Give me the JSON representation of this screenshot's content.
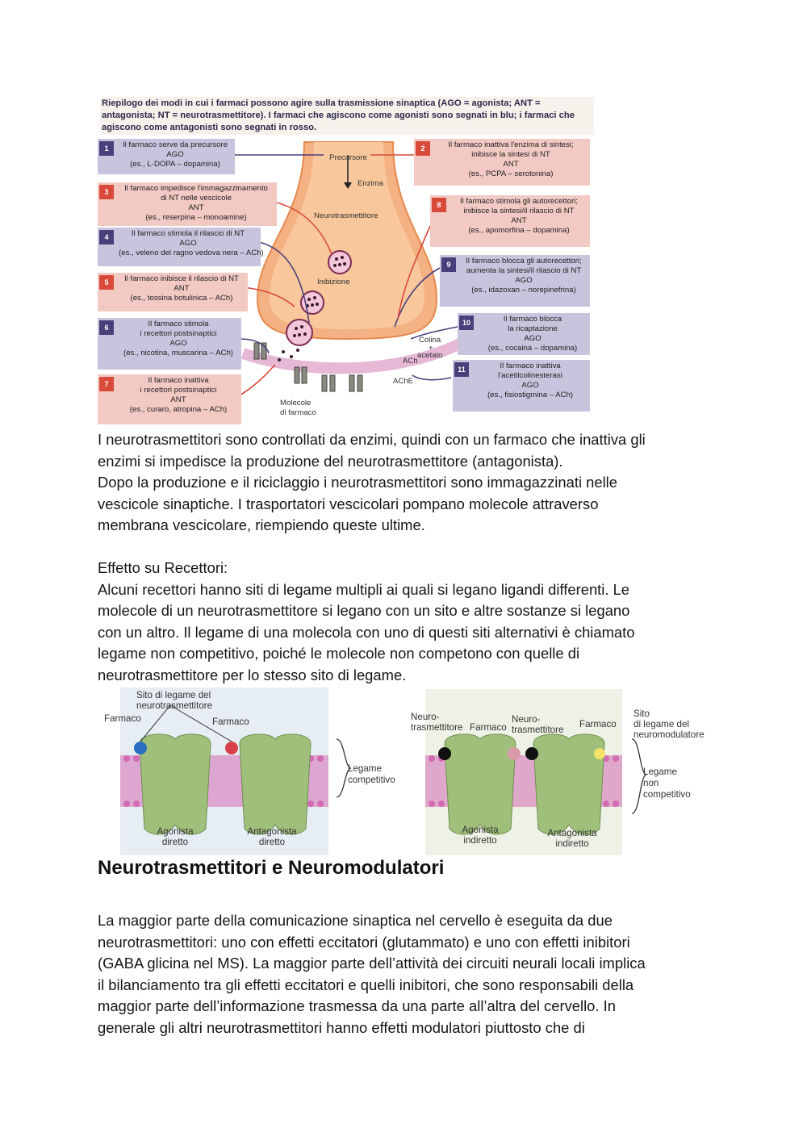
{
  "figure1": {
    "caption_lines": [
      "Riepilogo dei modi in cui i farmaci possono agire sulla trasmissione sinaptica (AGO = agonista; ANT =",
      "antagonista; NT = neurotrasmettitore). I farmaci che agiscono come agonisti sono segnati in blu; i farmaci che",
      "agiscono come antagonisti sono segnati in rosso."
    ],
    "boxes": [
      {
        "num": "1",
        "lines": [
          "Il farmaco serve da precursore",
          "AGO",
          "(es., L-DOPA – dopamina)"
        ]
      },
      {
        "num": "2",
        "lines": [
          "Il farmaco inattiva l'enzima di sintesi;",
          "inibisce la sintesi di NT",
          "ANT",
          "(es., PCPA – serotonina)"
        ]
      },
      {
        "num": "3",
        "lines": [
          "Il farmaco impedisce l'immagazzinamento",
          "di NT nelle vescicole",
          "ANT",
          "(es., reserpina – monoamine)"
        ]
      },
      {
        "num": "8",
        "lines": [
          "Il farmaco stimola gli autorecettori;",
          "inibisce la sintesi/il rilascio di NT",
          "ANT",
          "(es., apomorfina – dopamina)"
        ]
      },
      {
        "num": "4",
        "lines": [
          "Il farmaco stimola il rilascio di NT",
          "AGO",
          "(es., veleno del ragno vedova nera – ACh)"
        ]
      },
      {
        "num": "9",
        "lines": [
          "Il farmaco blocca gli autorecettori;",
          "aumenta la sintesi/il rilascio di NT",
          "AGO",
          "(es., idazoxan – norepinefrina)"
        ]
      },
      {
        "num": "5",
        "lines": [
          "Il farmaco inibisce il rilascio di NT",
          "ANT",
          "(es., tossina botulinica – ACh)"
        ]
      },
      {
        "num": "10",
        "lines": [
          "Il farmaco blocca",
          "la ricaptazione",
          "AGO",
          "(es., cocaina – dopamina)"
        ]
      },
      {
        "num": "6",
        "lines": [
          "Il farmaco stimola",
          "i recettori postsinaptici",
          "AGO",
          "(es., nicotina, muscarina – ACh)"
        ]
      },
      {
        "num": "11",
        "lines": [
          "Il farmaco inattiva",
          "l'acetilcolinesterasi",
          "AGO",
          "(es., fisiostigmina – ACh)"
        ]
      },
      {
        "num": "7",
        "lines": [
          "Il farmaco inattiva",
          "i recettori postsinaptici",
          "ANT",
          "(es., curaro, atropina – ACh)"
        ]
      }
    ],
    "labels": {
      "precursore": "Precursore",
      "enzima": "Enzima",
      "neurotrasmettitore": "Neurotrasmettitore",
      "inibizione": "Inibizione",
      "colina": "Colina",
      "plus": "+",
      "acetato": "acetato",
      "ach": "ACh",
      "ache": "AChE",
      "molecole": "Molecole",
      "di_farmaco": "di farmaco"
    },
    "colors": {
      "agonist": "#c9c3dd",
      "antagonist": "#f2c9c3",
      "neuron": "#f4b183"
    }
  },
  "paragraph1": [
    "I neurotrasmettitori sono controllati da enzimi, quindi con un farmaco che inattiva gli",
    "enzimi si impedisce la produzione del neurotrasmettitore (antagonista).",
    "Dopo la produzione e il riciclaggio i neurotrasmettitori sono immagazzinati nelle",
    "vescicole sinaptiche. I trasportatori vescicolari pompano molecole attraverso",
    "membrana vescicolare, riempiendo queste ultime."
  ],
  "paragraph2": [
    "Effetto su Recettori:",
    "Alcuni recettori hanno siti di legame multipli ai quali si legano ligandi differenti. Le",
    "molecole di un neurotrasmettitore si legano con un sito e altre sostanze si legano",
    "con un altro. Il legame di una molecola con uno di questi siti alternativi è chiamato",
    "legame non competitivo, poiché le molecole non competono con quelle di",
    "neurotrasmettitore per lo stesso sito di legame."
  ],
  "figure2": {
    "left": {
      "sito1": "Sito di legame del",
      "sito2": "neurotrasmettitore",
      "farmaco_a": "Farmaco",
      "farmaco_b": "Farmaco",
      "legame1": "Legame",
      "legame2": "competitivo",
      "agonista1": "Agonista",
      "agonista2": "diretto",
      "antagonista1": "Antagonista",
      "antagonista2": "diretto"
    },
    "right": {
      "neuro_a1": "Neuro-",
      "neuro_a2": "trasmettitore",
      "farmaco_a": "Farmaco",
      "neuro_b1": "Neuro-",
      "neuro_b2": "trasmettitore",
      "farmaco_b": "Farmaco",
      "sito1": "Sito",
      "sito2": "di legame del",
      "sito3": "neuromodulatore",
      "legame1": "Legame",
      "legame2": "non",
      "legame3": "competitivo",
      "agonista1": "Agonista",
      "agonista2": "indiretto",
      "antagonista1": "Antagonista",
      "antagonista2": "indiretto"
    }
  },
  "heading": "Neurotrasmettitori e Neuromodulatori",
  "paragraph3": [
    "La maggior parte della comunicazione sinaptica nel cervello è eseguita da due",
    "neurotrasmettitori: uno con effetti eccitatori (glutammato) e uno con effetti inibitori",
    "(GABA glicina nel MS). La maggior parte dell’attività dei circuiti neurali locali implica",
    "il bilanciamento tra gli effetti eccitatori e quelli inibitori, che sono responsabili della",
    "maggior parte dell’informazione trasmessa da una parte all’altra del cervello. In",
    "generale gli altri neurotrasmettitori hanno effetti modulatori piuttosto che di"
  ]
}
